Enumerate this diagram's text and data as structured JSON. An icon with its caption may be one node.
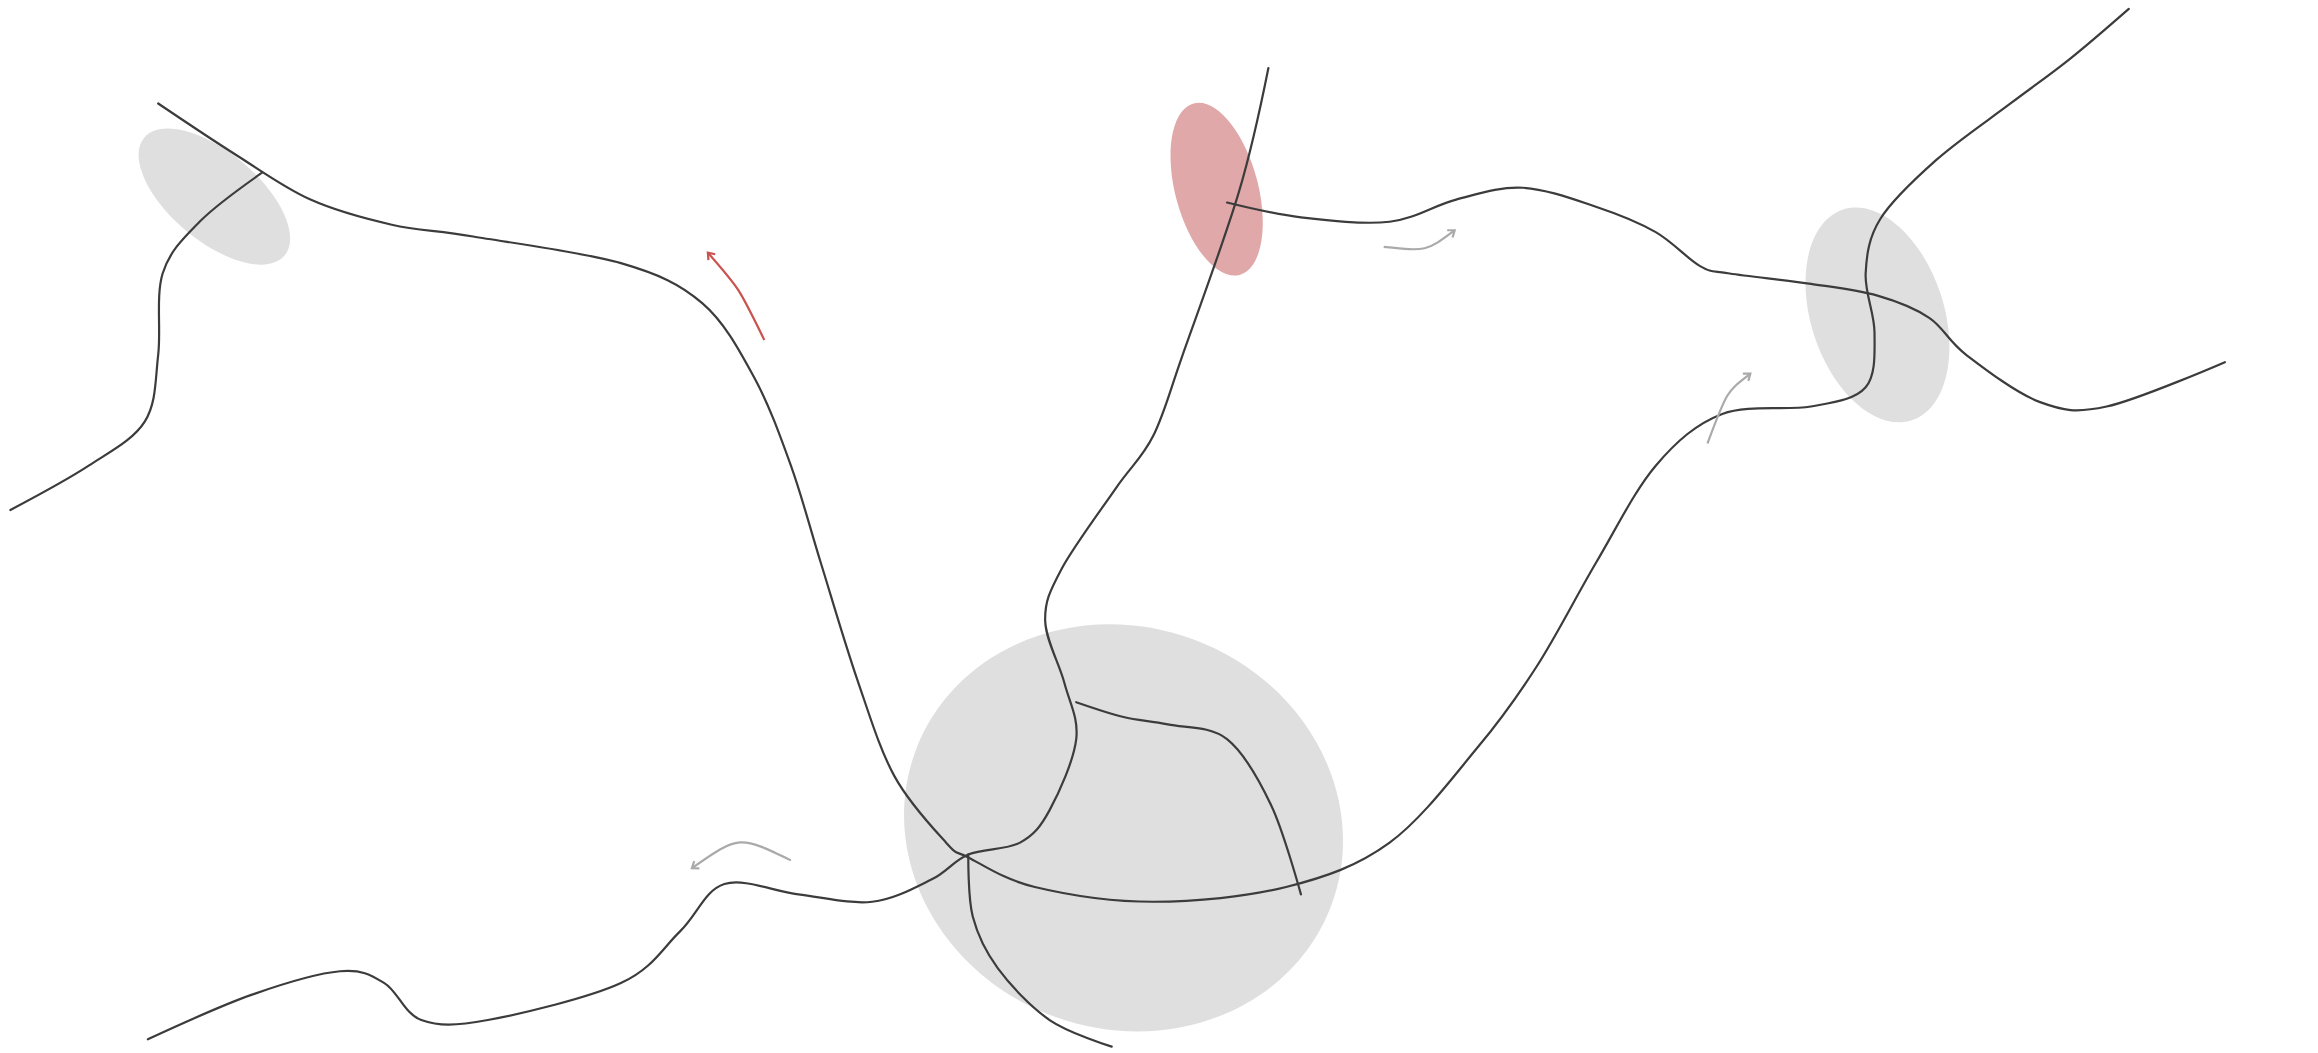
{
  "diagram": {
    "nodes": [
      {
        "text": [],
        "shape": "ellipse"
      },
      {
        "text": [],
        "shape": "ellipse"
      },
      {
        "text": [],
        "shape": "ellipse"
      },
      {
        "text": [],
        "shape": "ellipse"
      }
    ]
  }
}
